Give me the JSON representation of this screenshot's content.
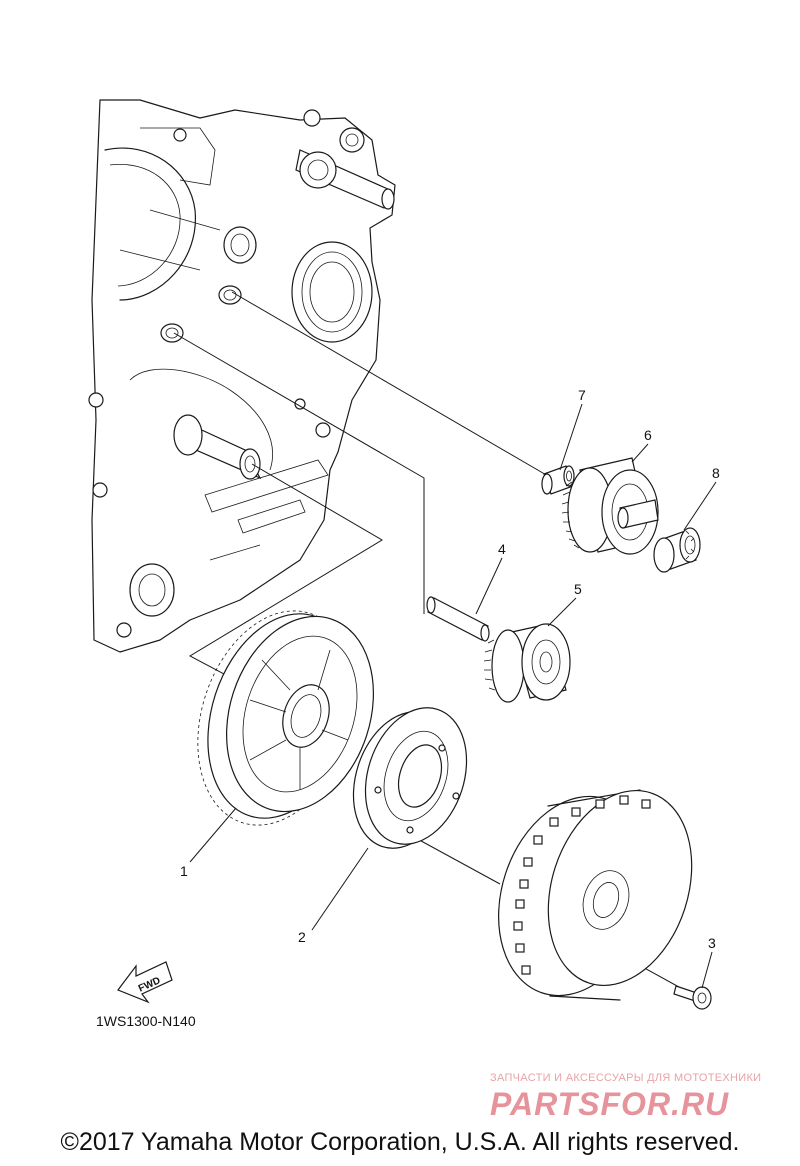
{
  "callouts": {
    "p1": "1",
    "p2": "2",
    "p3": "3",
    "p4": "4",
    "p5": "5",
    "p6": "6",
    "p7": "7",
    "p8": "8"
  },
  "fwd_label": "FWD",
  "drawing_code": "1WS1300-N140",
  "watermark": {
    "tagline": "ЗАПЧАСТИ И АКСЕССУАРЫ ДЛЯ МОТОТЕХНИКИ",
    "logo": "PARTSFOR.RU"
  },
  "copyright": "©2017 Yamaha Motor Corporation, U.S.A. All rights reserved."
}
